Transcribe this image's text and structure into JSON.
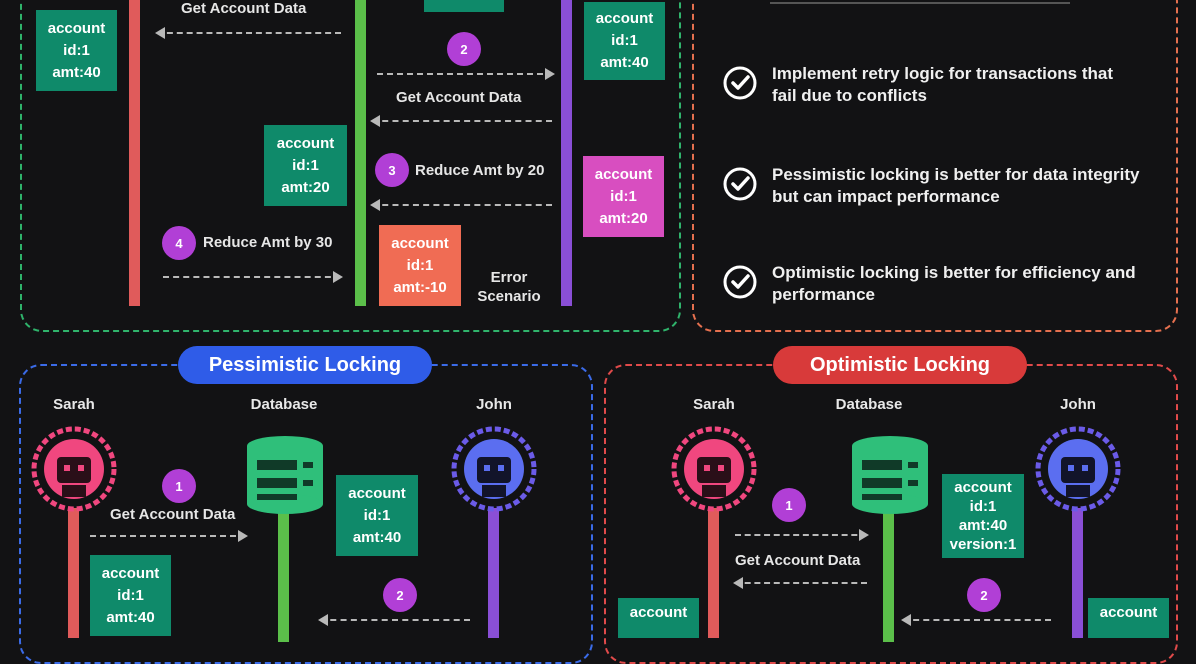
{
  "top_diagram": {
    "get_account_data_1": "Get Account Data",
    "get_account_data_2": "Get Account Data",
    "step2": "2",
    "step3": "3",
    "step4": "4",
    "reduce_20": "Reduce Amt by 20",
    "reduce_30": "Reduce Amt by 30",
    "error_scenario_line1": "Error",
    "error_scenario_line2": "Scenario",
    "box_sarah": [
      "account",
      "id:1",
      "amt:40"
    ],
    "box_john": [
      "account",
      "id:1",
      "amt:40"
    ],
    "box_db_20": [
      "account",
      "id:1",
      "amt:20"
    ],
    "box_john_20": [
      "account",
      "id:1",
      "amt:20"
    ],
    "box_error": [
      "account",
      "id:1",
      "amt:-10"
    ]
  },
  "tips": [
    "Implement retry logic for transactions that fail due to conflicts",
    "Pessimistic locking is better for data integrity but can impact performance",
    "Optimistic locking is better for efficiency and performance"
  ],
  "pessimistic": {
    "title": "Pessimistic Locking",
    "actor_left": "Sarah",
    "actor_mid": "Database",
    "actor_right": "John",
    "step1": "1",
    "step2": "2",
    "get_account_data": "Get Account Data",
    "box_db": [
      "account",
      "id:1",
      "amt:40"
    ],
    "box_sarah": [
      "account",
      "id:1",
      "amt:40"
    ]
  },
  "optimistic": {
    "title": "Optimistic Locking",
    "actor_left": "Sarah",
    "actor_mid": "Database",
    "actor_right": "John",
    "step1": "1",
    "step2": "2",
    "get_account_data": "Get Account Data",
    "box_db": [
      "account",
      "id:1",
      "amt:40",
      "version:1"
    ],
    "box_sarah": [
      "account"
    ],
    "box_john": [
      "account"
    ]
  },
  "colors": {
    "teal": "#0f8a6a",
    "pink": "#d84ec0",
    "salmon": "#f06c54",
    "purple_badge": "#b13fd6",
    "blue_pill": "#2f5ce8",
    "red_pill": "#d83a3a"
  }
}
